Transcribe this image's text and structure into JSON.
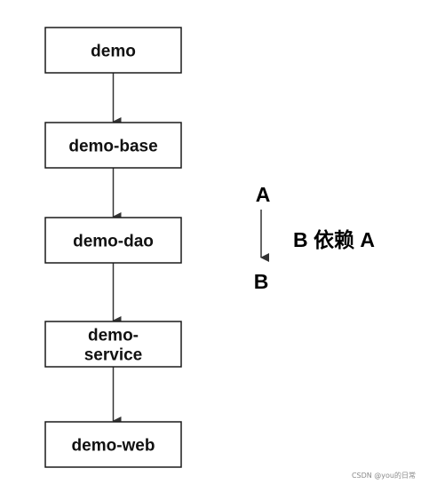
{
  "nodes": [
    {
      "id": "demo",
      "lines": [
        "demo"
      ]
    },
    {
      "id": "demo-base",
      "lines": [
        "demo-base"
      ]
    },
    {
      "id": "demo-dao",
      "lines": [
        "demo-dao"
      ]
    },
    {
      "id": "demo-service",
      "lines": [
        "demo-",
        "service"
      ]
    },
    {
      "id": "demo-web",
      "lines": [
        "demo-web"
      ]
    }
  ],
  "edges": [
    {
      "from": "demo",
      "to": "demo-base"
    },
    {
      "from": "demo-base",
      "to": "demo-dao"
    },
    {
      "from": "demo-dao",
      "to": "demo-service"
    },
    {
      "from": "demo-service",
      "to": "demo-web"
    }
  ],
  "legend": {
    "top_label": "A",
    "bottom_label": "B",
    "caption": "B 依赖 A"
  },
  "watermark": "CSDN @you的日常"
}
